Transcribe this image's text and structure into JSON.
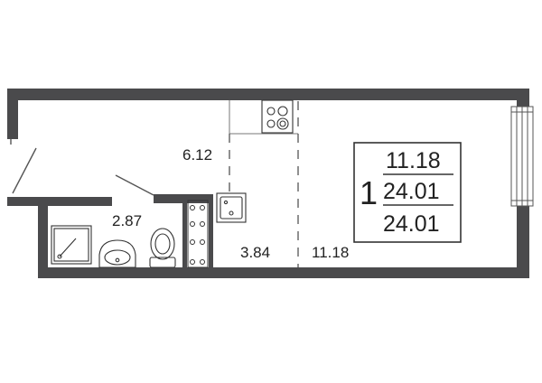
{
  "plan": {
    "areas": {
      "hall": "6.12",
      "bathroom": "2.87",
      "kitchen": "3.84",
      "living": "11.18"
    },
    "summary": {
      "rooms": "1",
      "living_area": "11.18",
      "total_area": "24.01",
      "total_area_2": "24.01"
    },
    "colors": {
      "wall": "#4a4a4c",
      "line": "#555555",
      "fixture": "#333333"
    }
  }
}
